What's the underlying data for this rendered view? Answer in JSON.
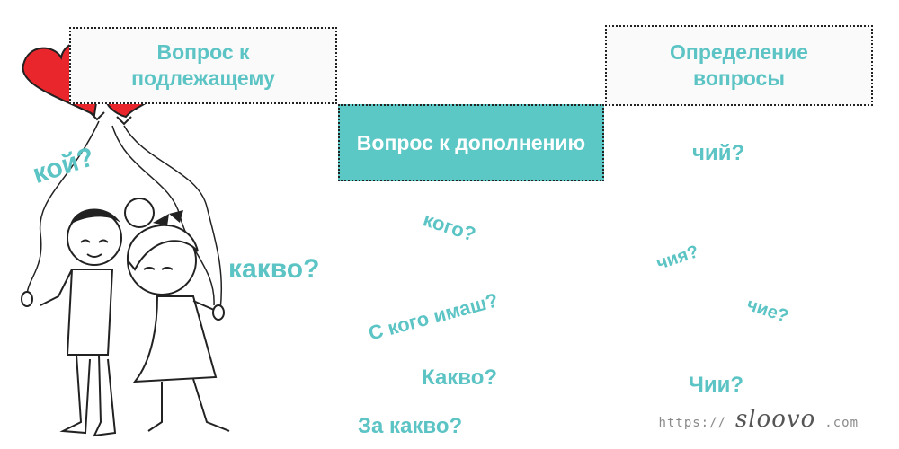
{
  "boxes": {
    "subject_question": "Вопрос к подлежащему",
    "object_question": "Вопрос к дополнению",
    "definition_questions": "Определение вопросы"
  },
  "left_questions": {
    "koy": "кой?",
    "kakvo": "какво?"
  },
  "object_questions": [
    "кого?",
    "С кого имаш?",
    "Какво?",
    "За какво?"
  ],
  "definition_word_questions": [
    "чий?",
    "чия?",
    "чие?",
    "Чии?"
  ],
  "footer": {
    "url_prefix": "https://",
    "brand": "sloovo",
    "url_suffix": ".com"
  },
  "colors": {
    "accent": "#5cc4c4",
    "heart": "#e8262b"
  }
}
